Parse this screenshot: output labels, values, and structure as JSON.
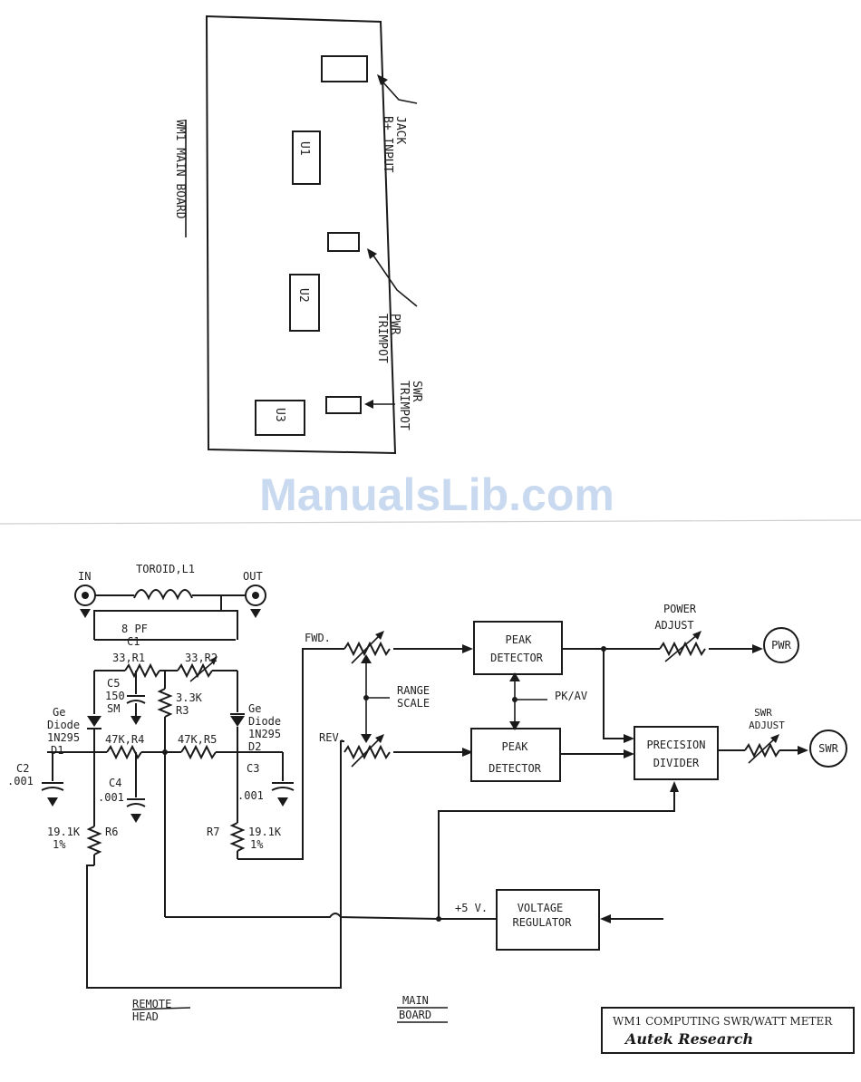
{
  "board": {
    "title": "WM1 MAIN BOARD",
    "u1": "U1",
    "u2": "U2",
    "u3": "U3",
    "b_input_1": "B+ INPUT",
    "b_input_2": "JACK",
    "pwr_trim_1": "PWR",
    "pwr_trim_2": "TRIMPOT",
    "swr_trim_1": "SWR",
    "swr_trim_2": "TRIMPOT"
  },
  "watermark": "ManualsLib.com",
  "schematic": {
    "in": "IN",
    "out": "OUT",
    "toroid": "TOROID,L1",
    "c1_val": "8 PF",
    "c1": "C1",
    "r1": "33,R1",
    "r2": "33,R2",
    "c5": "C5",
    "c5_val1": "150",
    "c5_val2": "SM",
    "r3_val": "3.3K",
    "r3": "R3",
    "d1_1": "Ge",
    "d1_2": "Diode",
    "d1_3": "1N295",
    "d1_4": "D1",
    "d2_1": "Ge",
    "d2_2": "Diode",
    "d2_3": "1N295",
    "d2_4": "D2",
    "r4": "47K,R4",
    "r5": "47K,R5",
    "c2": "C2",
    "c2_val": ".001",
    "c4": "C4",
    "c4_val": ".001",
    "c3": "C3",
    "c3_val": ".001",
    "r6_val1": "19.1K",
    "r6_val2": "1%",
    "r6": "R6",
    "r7": "R7",
    "r7_val1": "19.1K",
    "r7_val2": "1%",
    "fwd": "FWD.",
    "rev": "REV.",
    "range1": "RANGE",
    "range2": "SCALE",
    "peak1_1": "PEAK",
    "peak1_2": "DETECTOR",
    "peak2_1": "PEAK",
    "peak2_2": "DETECTOR",
    "pkav": "PK/AV",
    "power_adj1": "POWER",
    "power_adj2": "ADJUST",
    "pwr": "PWR",
    "swr_adj1": "SWR",
    "swr_adj2": "ADJUST",
    "swr": "SWR",
    "div1": "PRECISION",
    "div2": "DIVIDER",
    "plus5": "+5 V.",
    "vreg1": "VOLTAGE",
    "vreg2": "REGULATOR",
    "remote1": "REMOTE",
    "remote2": "HEAD",
    "main1": "MAIN",
    "main2": "BOARD",
    "title_line": "WM1 COMPUTING SWR/WATT METER",
    "brand": "Autek Research"
  }
}
